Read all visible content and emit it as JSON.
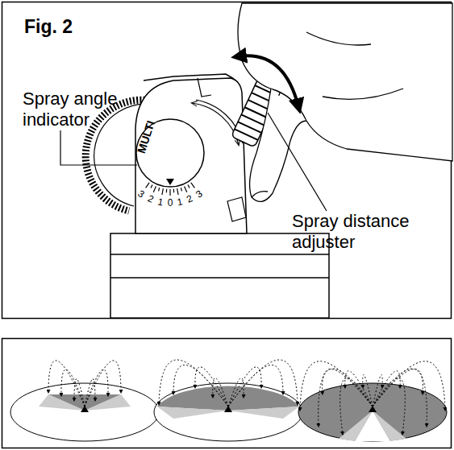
{
  "diagram": {
    "title": "Fig. 2",
    "labels": [
      "Spray angle indicator",
      "MULTI",
      "3",
      "2",
      "1",
      "0",
      "1",
      "2",
      "3",
      "Spray distance adjuster"
    ]
  }
}
